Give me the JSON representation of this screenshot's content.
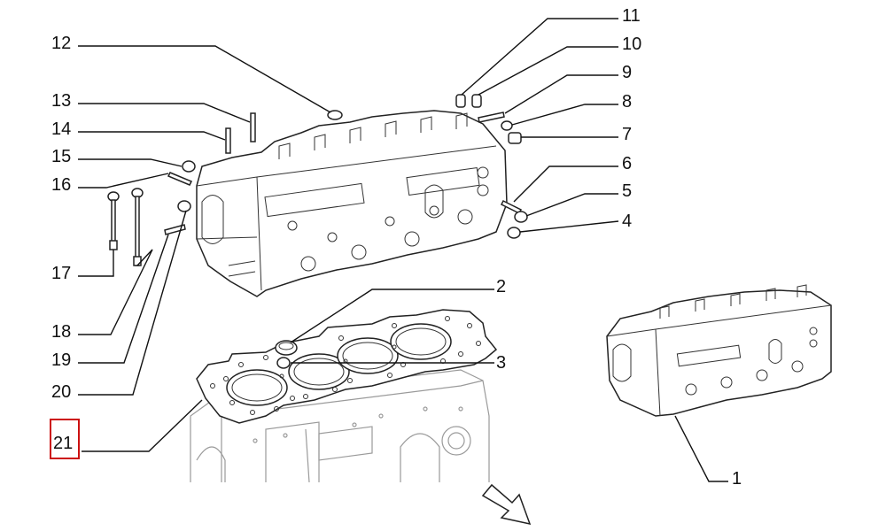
{
  "callouts": [
    {
      "id": "1",
      "label": "1"
    },
    {
      "id": "2",
      "label": "2"
    },
    {
      "id": "3",
      "label": "3"
    },
    {
      "id": "4",
      "label": "4"
    },
    {
      "id": "5",
      "label": "5"
    },
    {
      "id": "6",
      "label": "6"
    },
    {
      "id": "7",
      "label": "7"
    },
    {
      "id": "8",
      "label": "8"
    },
    {
      "id": "9",
      "label": "9"
    },
    {
      "id": "10",
      "label": "10"
    },
    {
      "id": "11",
      "label": "11"
    },
    {
      "id": "12",
      "label": "12"
    },
    {
      "id": "13",
      "label": "13"
    },
    {
      "id": "14",
      "label": "14"
    },
    {
      "id": "15",
      "label": "15"
    },
    {
      "id": "16",
      "label": "16"
    },
    {
      "id": "17",
      "label": "17"
    },
    {
      "id": "18",
      "label": "18"
    },
    {
      "id": "19",
      "label": "19"
    },
    {
      "id": "20",
      "label": "20"
    },
    {
      "id": "21",
      "label": "21"
    }
  ],
  "highlighted_callout": "21",
  "colors": {
    "ink": "#111111",
    "highlight": "#cc1111",
    "faded": "#9a9a9a"
  },
  "icons": {
    "direction_arrow": "front-direction-arrow-icon"
  }
}
